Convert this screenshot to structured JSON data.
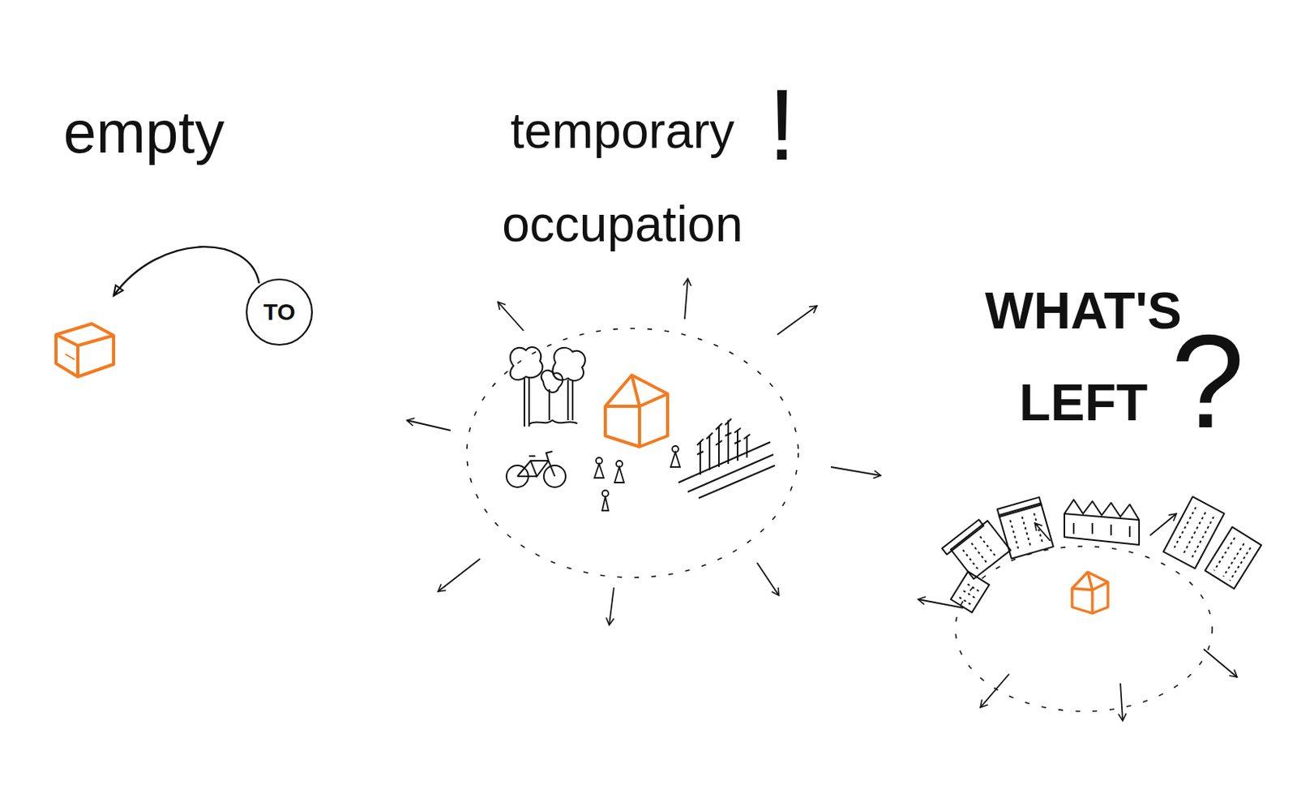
{
  "diagram": {
    "nodes": [
      {
        "text": [
          "TO"
        ]
      }
    ],
    "edges": [],
    "labels": [
      "empty",
      "temporary occupation",
      "!",
      "WHAT'S LEFT",
      "?"
    ]
  }
}
